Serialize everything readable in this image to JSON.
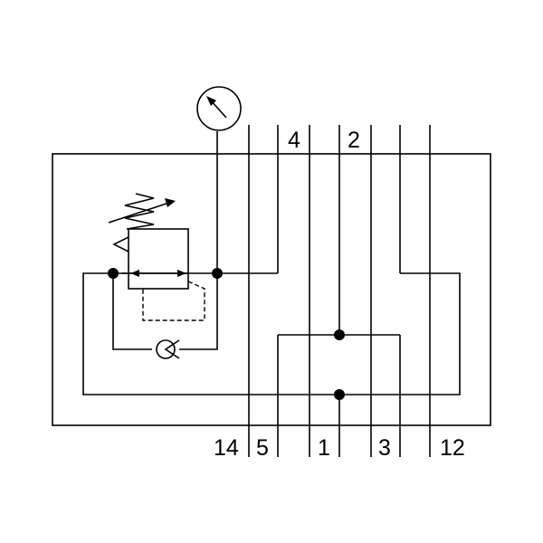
{
  "diagram": {
    "ports": {
      "top_left": "4",
      "top_right": "2",
      "bottom": [
        "14",
        "5",
        "1",
        "3",
        "12"
      ]
    }
  },
  "colors": {
    "line": "#000000",
    "background": "#ffffff"
  },
  "icons": [
    "pressure-gauge-icon",
    "pressure-regulator-icon",
    "adjustable-spring-icon",
    "check-valve-icon"
  ]
}
